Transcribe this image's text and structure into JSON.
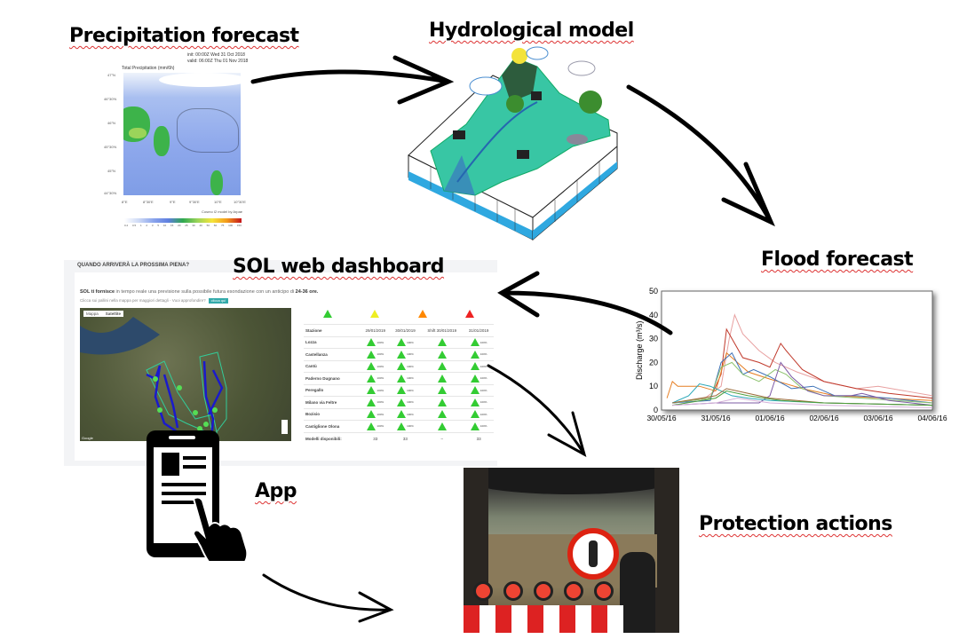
{
  "titles": {
    "precipitation": "Precipitation forecast",
    "hydrological": "Hydrological model",
    "flood": "Flood forecast",
    "dashboard": "SOL web dashboard",
    "app": "App",
    "protection": "Protection  actions"
  },
  "precip_map": {
    "title": "Total Precipitation (mm/6h)",
    "init": "init: 00:00Z Wed 31 Oct 2018",
    "valid": "valid: 06:00Z Thu 01 Nov 2018",
    "lat_ticks": [
      "47°N",
      "46°30'N",
      "46°N",
      "45°30'N",
      "45°N",
      "44°30'N"
    ],
    "lon_ticks": [
      "8°E",
      "8°30'E",
      "9°E",
      "9°30'E",
      "10°E",
      "10°30'E"
    ],
    "credit": "Cosmo I2 model by Arpae",
    "colorbar_ticks": [
      "0.2",
      "0.5",
      "1",
      "2",
      "3",
      "5",
      "10",
      "15",
      "20",
      "25",
      "30",
      "40",
      "50",
      "60",
      "75",
      "100",
      "150"
    ]
  },
  "dashboard": {
    "header": "QUANDO ARRIVERÀ LA PROSSIMA PIENA?",
    "intro_bold": "SOL ti fornisce",
    "intro": " in tempo reale una previsione sulla possibile futura esondazione con un anticipo di ",
    "intro_hours": "24-36 ore.",
    "sub": "Clicca sui pallini nella mappa per maggiori dettagli - Vuoi approfondire?",
    "sub_button": "clicca qui",
    "map_tabs": [
      "Mappa",
      "Satellite"
    ],
    "map_credit": "Google",
    "columns": [
      "Stazione",
      "29/01/2019",
      "30/01/2019",
      "Shift 30/01/2019",
      "31/01/2019"
    ],
    "rows": [
      {
        "station": "Lozza",
        "p1": "100%",
        "p2": "100%",
        "p4": "100%"
      },
      {
        "station": "Castellanza",
        "p1": "100%",
        "p2": "100%",
        "p4": "100%"
      },
      {
        "station": "Cantù",
        "p1": "100%",
        "p2": "100%",
        "p4": "100%"
      },
      {
        "station": "Paderno Dugnano",
        "p1": "100%",
        "p2": "100%",
        "p4": "100%"
      },
      {
        "station": "Peregallo",
        "p1": "100%",
        "p2": "100%",
        "p4": "100%"
      },
      {
        "station": "Milano via Feltre",
        "p1": "100%",
        "p2": "100%",
        "p4": "100%"
      },
      {
        "station": "Bozisio",
        "p1": "100%",
        "p2": "100%",
        "p4": "100%"
      },
      {
        "station": "Castiglione Olona",
        "p1": "100%",
        "p2": "100%",
        "p4": "100%"
      }
    ],
    "models_label": "Modelli disponibili:",
    "models": [
      "33",
      "33",
      "–",
      "33"
    ],
    "legend_colors": [
      "#3c3",
      "#ee2",
      "#f80",
      "#e22"
    ]
  },
  "chart_data": {
    "type": "line",
    "title": "",
    "xlabel": "",
    "ylabel": "Discharge (m³/s)",
    "x_ticks": [
      "30/05/16",
      "31/05/16",
      "01/06/16",
      "02/06/16",
      "03/06/16",
      "04/06/16"
    ],
    "y_ticks": [
      "0",
      "10",
      "20",
      "30",
      "40",
      "50"
    ],
    "xlim_days": [
      0,
      5
    ],
    "ylim": [
      0,
      50
    ],
    "grid": false,
    "series": [
      {
        "name": "s1",
        "color": "#e8a0a0",
        "points": [
          [
            0.2,
            3
          ],
          [
            0.8,
            5
          ],
          [
            1.1,
            10
          ],
          [
            1.25,
            30
          ],
          [
            1.35,
            40
          ],
          [
            1.5,
            32
          ],
          [
            1.8,
            25
          ],
          [
            2.1,
            20
          ],
          [
            2.5,
            16
          ],
          [
            3.0,
            12
          ],
          [
            3.6,
            9
          ],
          [
            4.0,
            10
          ],
          [
            4.5,
            8
          ],
          [
            5,
            6
          ]
        ]
      },
      {
        "name": "s2",
        "color": "#c0392b",
        "points": [
          [
            0.2,
            3
          ],
          [
            0.9,
            5
          ],
          [
            1.1,
            15
          ],
          [
            1.2,
            34
          ],
          [
            1.3,
            30
          ],
          [
            1.5,
            22
          ],
          [
            1.8,
            20
          ],
          [
            2.0,
            18
          ],
          [
            2.2,
            28
          ],
          [
            2.3,
            25
          ],
          [
            2.6,
            17
          ],
          [
            3,
            12
          ],
          [
            3.6,
            9
          ],
          [
            4.2,
            7
          ],
          [
            5,
            5
          ]
        ]
      },
      {
        "name": "s3",
        "color": "#e67e22",
        "points": [
          [
            0.1,
            5
          ],
          [
            0.2,
            12
          ],
          [
            0.3,
            10
          ],
          [
            0.7,
            10
          ],
          [
            1.0,
            8
          ],
          [
            1.2,
            24
          ],
          [
            1.4,
            20
          ],
          [
            1.6,
            16
          ],
          [
            2.0,
            13
          ],
          [
            2.6,
            9
          ],
          [
            3.2,
            6
          ],
          [
            5,
            4
          ]
        ]
      },
      {
        "name": "s4",
        "color": "#3b6fb6",
        "points": [
          [
            0.2,
            3
          ],
          [
            0.9,
            4
          ],
          [
            1.1,
            20
          ],
          [
            1.3,
            24
          ],
          [
            1.5,
            15
          ],
          [
            1.7,
            17
          ],
          [
            2.0,
            14
          ],
          [
            2.4,
            9
          ],
          [
            2.8,
            10
          ],
          [
            3.2,
            6
          ],
          [
            3.6,
            6
          ],
          [
            4.2,
            5
          ],
          [
            5,
            3
          ]
        ]
      },
      {
        "name": "s5",
        "color": "#8dc26f",
        "points": [
          [
            0.2,
            3
          ],
          [
            0.9,
            5
          ],
          [
            1.1,
            18
          ],
          [
            1.3,
            20
          ],
          [
            1.5,
            15
          ],
          [
            1.8,
            12
          ],
          [
            2.1,
            17
          ],
          [
            2.3,
            15
          ],
          [
            2.6,
            9
          ],
          [
            3,
            6
          ],
          [
            5,
            3
          ]
        ]
      },
      {
        "name": "s6",
        "color": "#7d5ba6",
        "points": [
          [
            0.2,
            2
          ],
          [
            1.0,
            3
          ],
          [
            1.8,
            3
          ],
          [
            2.0,
            6
          ],
          [
            2.2,
            20
          ],
          [
            2.4,
            14
          ],
          [
            2.7,
            8
          ],
          [
            3,
            6
          ],
          [
            3.5,
            6
          ],
          [
            3.7,
            7
          ],
          [
            4.2,
            4
          ],
          [
            5,
            2
          ]
        ]
      },
      {
        "name": "s7",
        "color": "#2aa7b8",
        "points": [
          [
            0.2,
            3
          ],
          [
            0.5,
            6
          ],
          [
            0.7,
            11
          ],
          [
            0.9,
            10
          ],
          [
            1.1,
            8
          ],
          [
            1.3,
            6
          ],
          [
            1.6,
            5
          ],
          [
            2.0,
            4
          ],
          [
            3,
            3
          ],
          [
            5,
            2
          ]
        ]
      },
      {
        "name": "s8",
        "color": "#9b6b3a",
        "points": [
          [
            0.2,
            3
          ],
          [
            1.0,
            6
          ],
          [
            1.2,
            9
          ],
          [
            1.6,
            7
          ],
          [
            2.0,
            5
          ],
          [
            3,
            3
          ],
          [
            5,
            2
          ]
        ]
      },
      {
        "name": "s9",
        "color": "#4e9f3d",
        "points": [
          [
            0.2,
            2
          ],
          [
            1.0,
            5
          ],
          [
            1.2,
            8
          ],
          [
            1.6,
            6
          ],
          [
            2.2,
            4
          ],
          [
            3,
            3
          ],
          [
            5,
            2
          ]
        ]
      },
      {
        "name": "s10",
        "color": "#d4b0d8",
        "points": [
          [
            0.2,
            2
          ],
          [
            1.0,
            3
          ],
          [
            1.4,
            5
          ],
          [
            2.0,
            3
          ],
          [
            3,
            2
          ],
          [
            5,
            1
          ]
        ]
      }
    ]
  },
  "colors": {
    "arrow": "#000",
    "wavy_underline": "#d33"
  }
}
